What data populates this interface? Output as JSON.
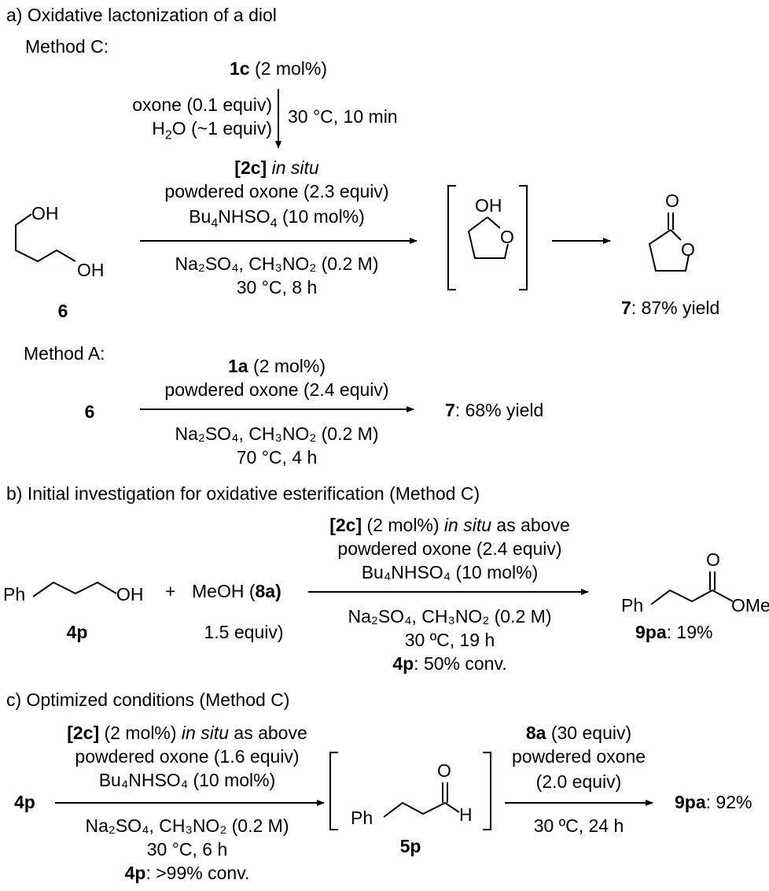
{
  "section_a": {
    "heading": "a) Oxidative lactonization of a diol",
    "method_c_label": "Method C:",
    "precatalyst_id": "1c",
    "precatalyst_amt": " (2 mol%)",
    "activation_left_1": "oxone (0.1 equiv)",
    "activation_left_2_pre": "H",
    "activation_left_2_sub": "2",
    "activation_left_2_post": "O (~1 equiv)",
    "activation_right": "30 °C, 10 min",
    "catalyst_id": "[2c]",
    "catalyst_mode": "in situ",
    "reagent_oxone": "powdered oxone (2.3 equiv)",
    "reagent_ptc_pre": "Bu",
    "reagent_ptc_sub": "4",
    "reagent_ptc_post": "NHSO",
    "reagent_ptc_sub2": "4",
    "reagent_ptc_amt": " (10 mol%)",
    "cond_line1": "Na₂SO₄, CH₃NO₂ (0.2 M)",
    "cond_line2": "30 °C, 8 h",
    "diol_oh1": "OH",
    "diol_oh2": "OH",
    "diol_id": "6",
    "lactol_oh": "OH",
    "lactol_o": "O",
    "lactone_o1": "O",
    "lactone_o2": "O",
    "product_id": "7",
    "product_yield": ": 87% yield",
    "method_a_label": "Method A:",
    "method_a_catalyst_id": "1a",
    "method_a_catalyst_amt": " (2 mol%)",
    "method_a_oxone": "powdered oxone (2.4 equiv)",
    "method_a_cond1": "Na₂SO₄, CH₃NO₂ (0.2 M)",
    "method_a_cond2": "70 °C, 4 h",
    "method_a_sm": "6",
    "method_a_product_id": "7",
    "method_a_yield": ": 68% yield"
  },
  "section_b": {
    "heading": "b) Initial investigation for oxidative esterification (Method C)",
    "cat_id": "[2c]",
    "cat_amt": " (2 mol%) ",
    "cat_mode": "in situ",
    "cat_tail": " as above",
    "oxone": "powdered oxone (2.4 equiv)",
    "ptc": "Bu₄NHSO₄ (10 mol%)",
    "cond1": "Na₂SO₄, CH₃NO₂ (0.2 M)",
    "cond2": "30 ºC, 19 h",
    "conv_id": "4p",
    "conv_val": ": 50% conv.",
    "sm_ph": "Ph",
    "sm_oh": "OH",
    "sm_id": "4p",
    "plus": "+",
    "meoh": "MeOH (",
    "meoh_id": "8a)",
    "meoh_equiv": "1.5 equiv)",
    "prod_ph": "Ph",
    "prod_o": "O",
    "prod_ome": "OMe",
    "prod_id": "9pa",
    "prod_yield": ": 19%"
  },
  "section_c": {
    "heading": "c) Optimized conditions (Method C)",
    "cat_id": "[2c]",
    "cat_amt": " (2 mol%) ",
    "cat_mode": "in situ",
    "cat_tail": " as above",
    "oxone": "powdered oxone (1.6 equiv)",
    "ptc": "Bu₄NHSO₄ (10 mol%)",
    "cond1": "Na₂SO₄, CH₃NO₂ (0.2 M)",
    "cond2": "30 °C, 6 h",
    "conv_id": "4p",
    "conv_val": ": >99% conv.",
    "sm_id": "4p",
    "int_ph": "Ph",
    "int_o": "O",
    "int_h": "H",
    "int_id": "5p",
    "step2_reagent_id": "8a",
    "step2_reagent_amt": " (30 equiv)",
    "step2_oxone1": "powdered oxone",
    "step2_oxone2": "(2.0 equiv)",
    "step2_cond": "30 ºC, 24 h",
    "prod_id": "9pa",
    "prod_yield": ": 92%"
  }
}
